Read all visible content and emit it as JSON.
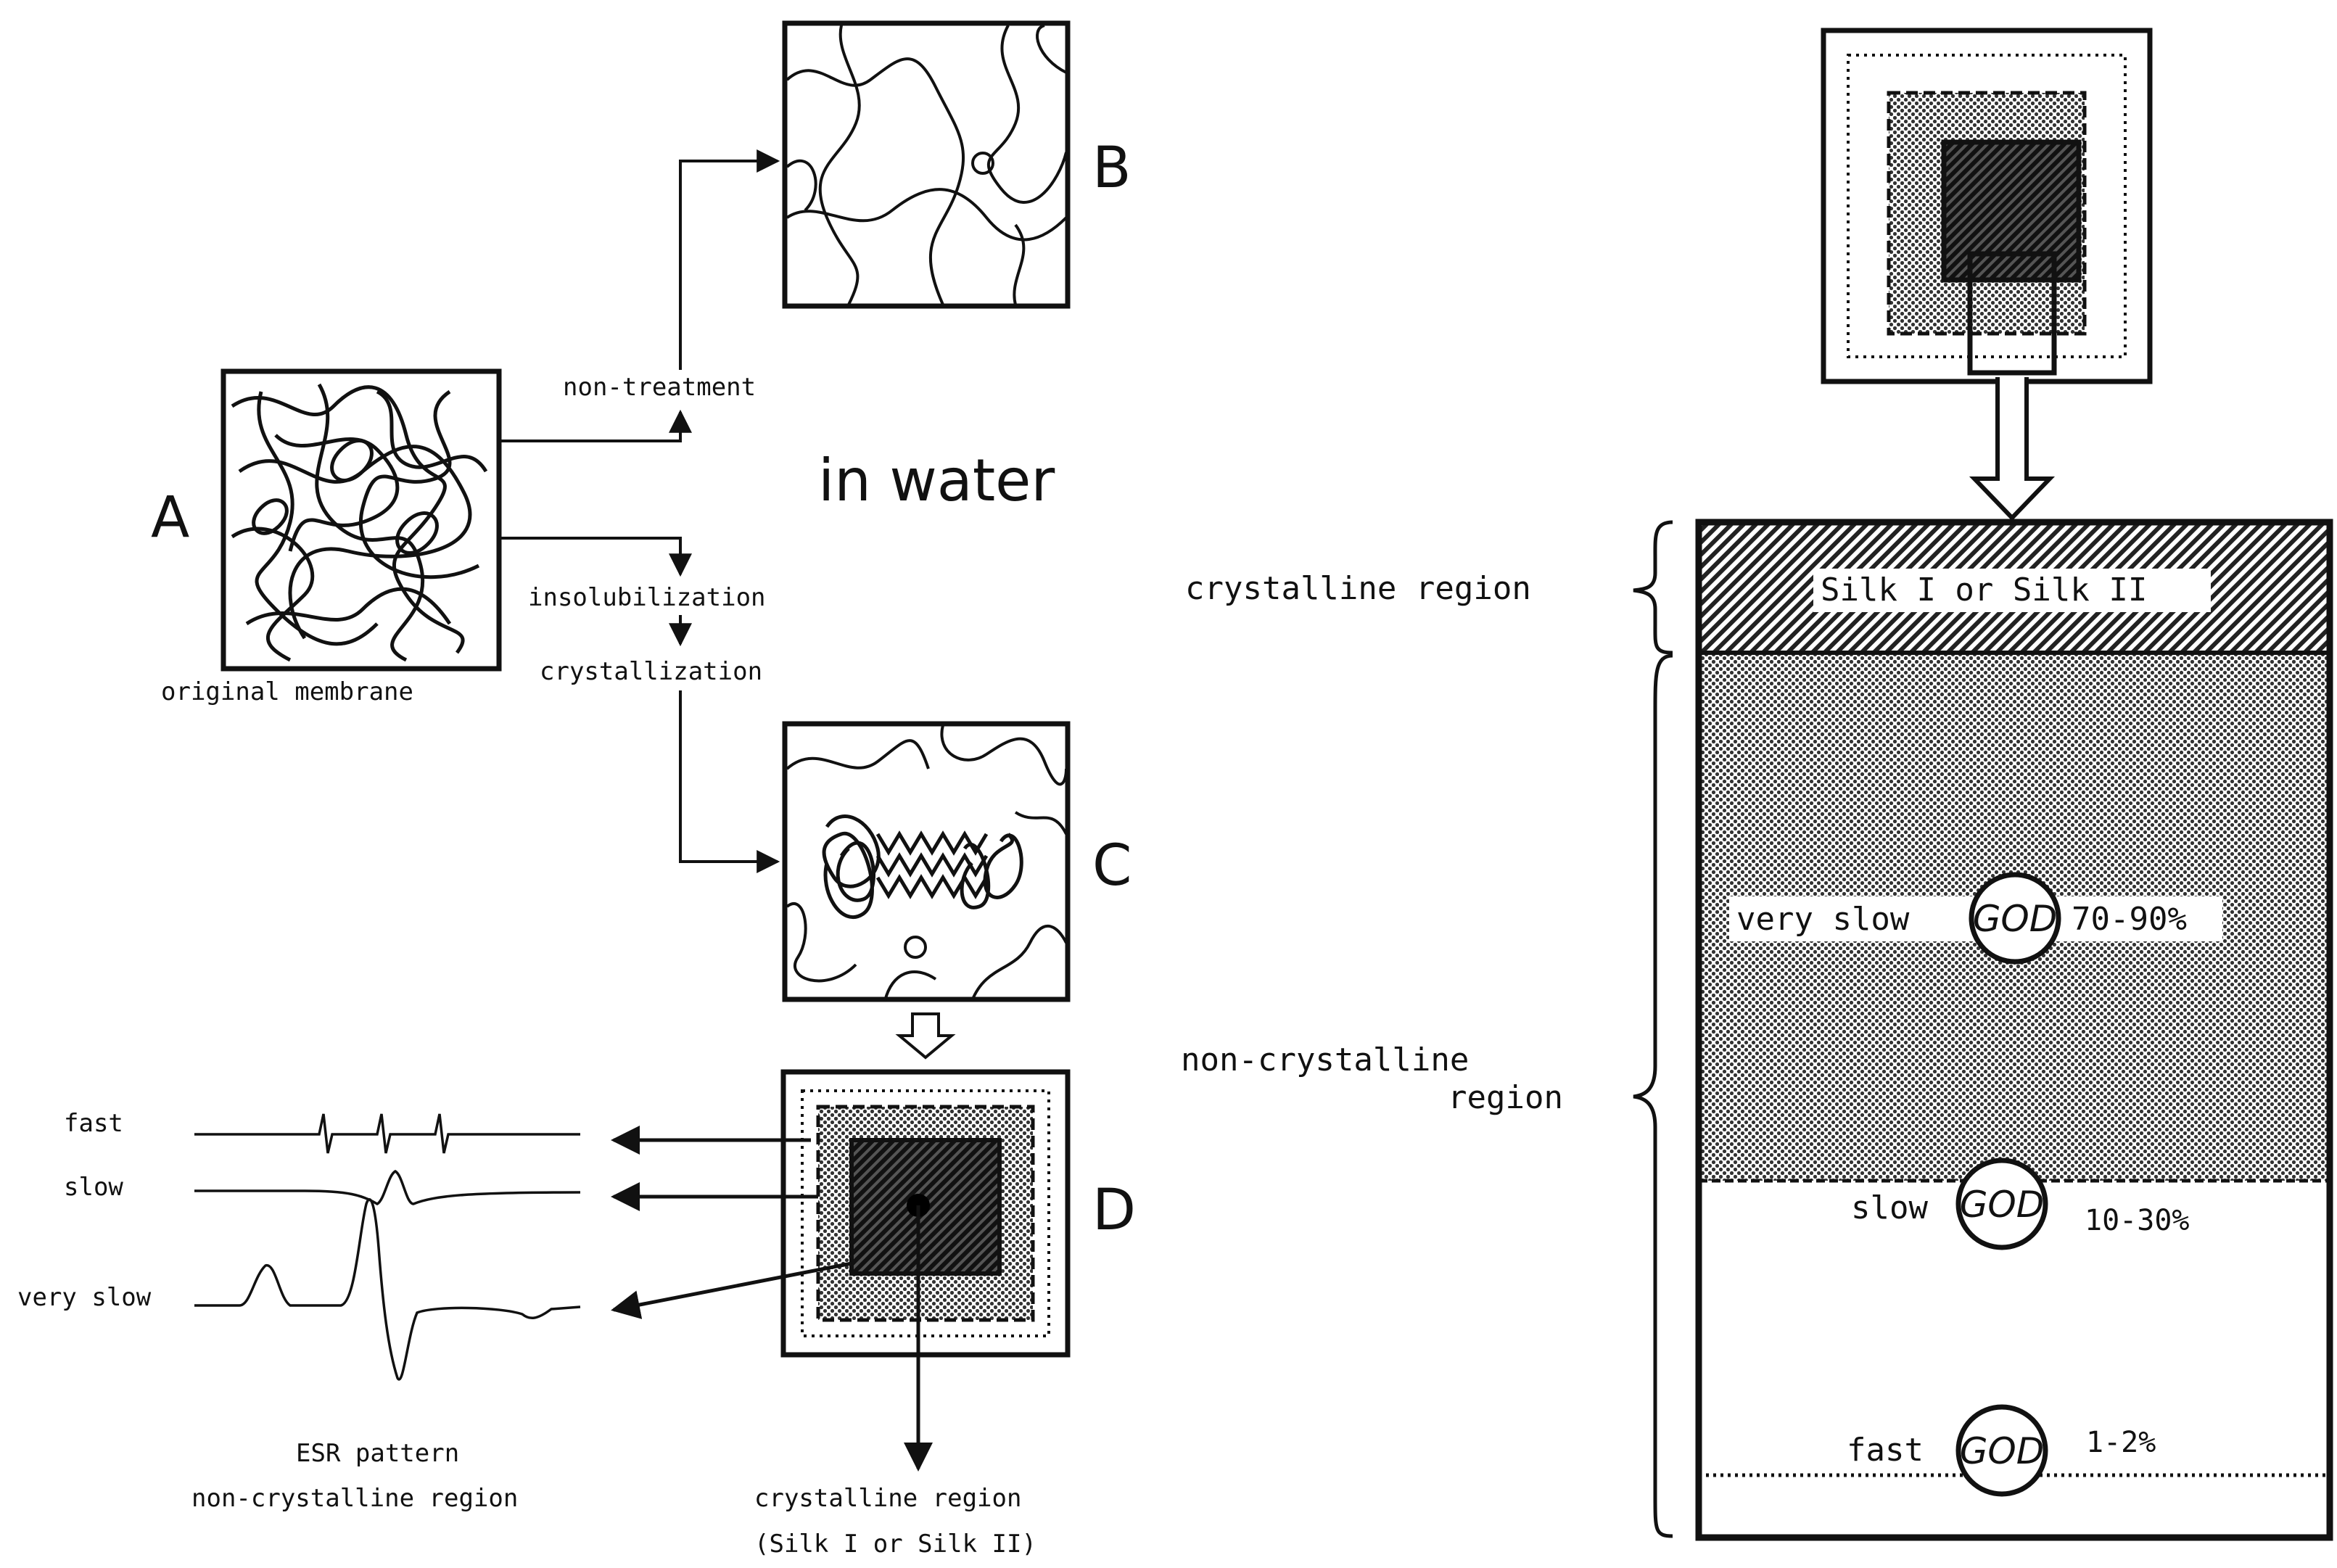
{
  "panels": {
    "A": "A",
    "B": "B",
    "C": "C",
    "D": "D"
  },
  "labels": {
    "original_membrane": "original membrane",
    "non_treatment": "non-treatment",
    "in_water": "in water",
    "insolubilization": "insolubilization",
    "crystallization": "crystallization",
    "fast": "fast",
    "slow": "slow",
    "very_slow": "very slow",
    "esr_line1": "ESR pattern",
    "esr_line2": "non-crystalline region",
    "cryst_line1": "crystalline region",
    "cryst_line2": "(Silk I or Silk II)"
  },
  "right": {
    "crystalline_region": "crystalline region",
    "noncryst_line1": "non-crystalline",
    "noncryst_line2": "region",
    "silk_band": "Silk I or Silk II",
    "god": "GOD",
    "very_slow": "very slow",
    "very_slow_pct": "70-90%",
    "slow": "slow",
    "slow_pct": "10-30%",
    "fast": "fast",
    "fast_pct": "1-2%"
  }
}
